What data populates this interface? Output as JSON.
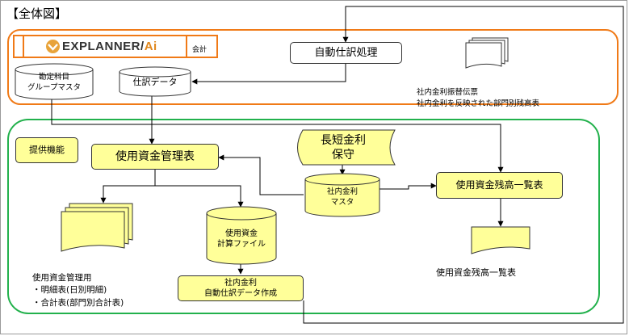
{
  "heading": "【全体図】",
  "logo": {
    "brand": "EXPLANNER/",
    "brand_suffix": "Ai",
    "tagline": "",
    "module": "会計"
  },
  "nodes": {
    "auto_journal": "自動仕訳処理",
    "account_master": "勘定科目\nグループマスタ",
    "journal_data": "仕訳データ",
    "output_docs": "社内金利振替伝票\n社内金利を反映された部門別残高表",
    "features_label": "提供機能",
    "fund_mgmt": "使用資金管理表",
    "long_short_rate": "長短金利\n保守",
    "internal_rate_master": "社内金利\nマスタ",
    "fund_balance_list": "使用資金残高一覧表",
    "fund_calc_file": "使用資金\n計算ファイル",
    "auto_journal_create": "社内金利\n自動仕訳データ作成",
    "fund_mgmt_outputs": "使用資金管理用\n・明細表(日別明細)\n・合計表(部門別合計表)",
    "fund_balance_output": "使用資金残高一覧表"
  },
  "colors": {
    "orange_group": "#f07a17",
    "green_group": "#22b14c",
    "box_fill": "#ffff99"
  }
}
